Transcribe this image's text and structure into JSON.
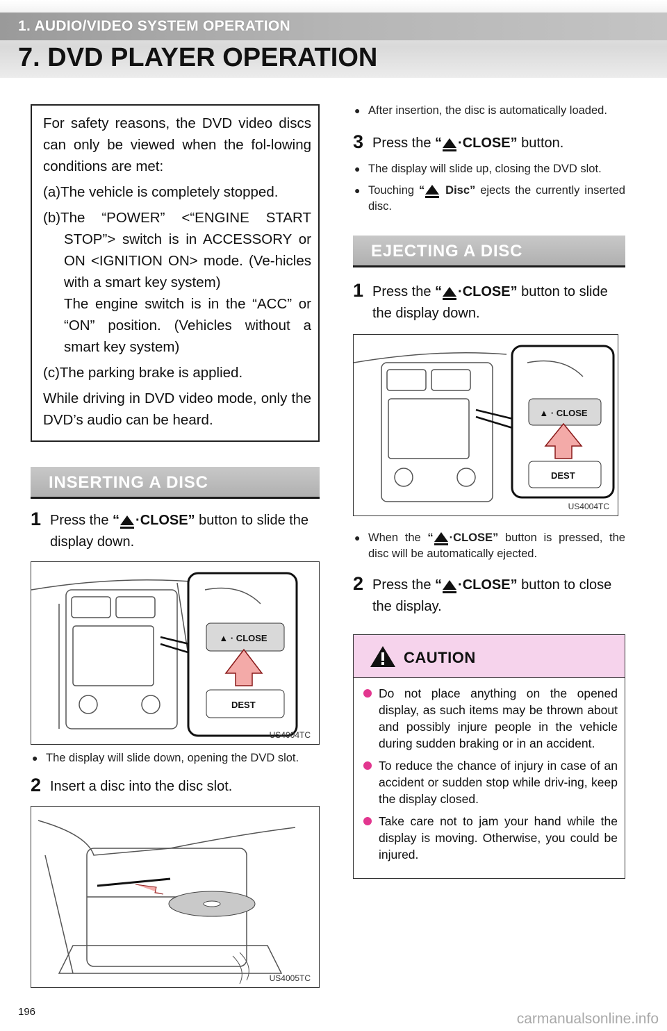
{
  "header": {
    "section": "1. AUDIO/VIDEO SYSTEM OPERATION",
    "title": "7. DVD PLAYER OPERATION"
  },
  "safety": {
    "intro": "For safety reasons, the DVD video discs can only be viewed when the fol-lowing conditions are met:",
    "cond_a": "(a)The vehicle is completely stopped.",
    "cond_b1": "(b)The “POWER” <“ENGINE START STOP”> switch is in ACCESSORY or ON <IGNITION ON> mode. (Ve-hicles with a smart key system)",
    "cond_b2": "The engine switch is in the “ACC” or “ON” position. (Vehicles without a smart key system)",
    "cond_c": "(c)The parking brake is applied.",
    "outro": "While driving in DVD video mode, only the DVD’s audio can be heard."
  },
  "inserting": {
    "heading": "INSERTING A DISC",
    "step1_num": "1",
    "step1_pre": "Press the ",
    "step1_btn": "“ ·CLOSE”",
    "step1_post": " button to slide the display down.",
    "fig1_code": "US4004TC",
    "bullet1": "The display will slide down, opening the DVD slot.",
    "step2_num": "2",
    "step2_text": "Insert a disc into the disc slot.",
    "fig2_code": "US4005TC",
    "bullet2": "After insertion, the disc is automatically loaded.",
    "step3_num": "3",
    "step3_pre": "Press the ",
    "step3_btn": "“ ·CLOSE”",
    "step3_post": " button.",
    "bullet3": "The display will slide up, closing the DVD slot.",
    "bullet4_pre": "Touching ",
    "bullet4_btn": "“ Disc”",
    "bullet4_post": " ejects the currently inserted disc."
  },
  "ejecting": {
    "heading": "EJECTING A DISC",
    "step1_num": "1",
    "step1_pre": "Press the ",
    "step1_btn": "“ ·CLOSE”",
    "step1_post": " button to slide the display down.",
    "fig_code": "US4004TC",
    "bullet1_pre": "When the ",
    "bullet1_btn": "“ ·CLOSE”",
    "bullet1_post": " button is pressed, the disc will be automatically ejected.",
    "step2_num": "2",
    "step2_pre": "Press the ",
    "step2_btn": "“ ·CLOSE”",
    "step2_post": " button to close the display."
  },
  "figure_labels": {
    "close": "·CLOSE",
    "dest": "DEST"
  },
  "caution": {
    "title": "CAUTION",
    "items": [
      "Do not place anything on the opened display, as such items may be thrown about and possibly injure people in the vehicle during sudden braking or in an accident.",
      "To reduce the chance of injury in case of an accident or sudden stop while driv-ing, keep the display closed.",
      "Take care not to jam your hand while the display is moving. Otherwise, you could be injured."
    ],
    "accent": "#e2368f",
    "band_color": "#f6d3ec"
  },
  "footer": {
    "page_number": "196",
    "watermark": "carmanualsonline.info"
  }
}
